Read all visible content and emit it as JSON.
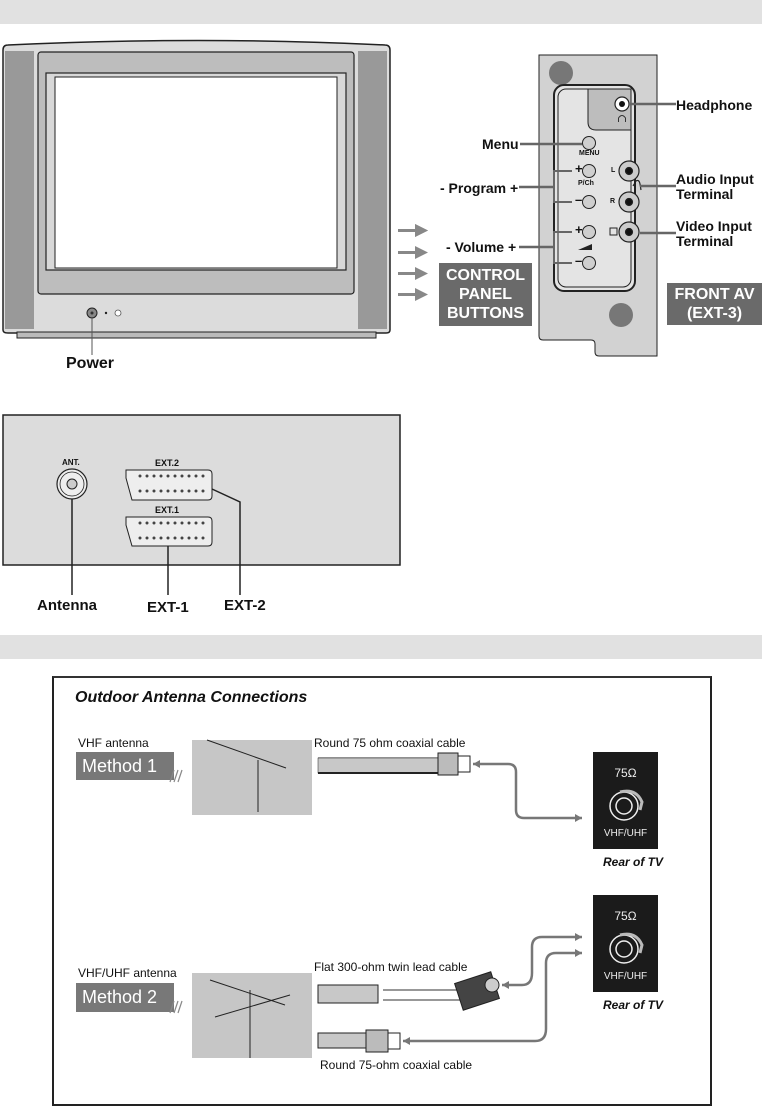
{
  "front_view": {
    "power_label": "Power",
    "control_panel_box": [
      "CONTROL",
      "PANEL",
      "BUTTONS"
    ],
    "front_av_box": [
      "FRONT AV",
      "(EXT-3)"
    ],
    "callouts": {
      "headphone": "Headphone",
      "menu": "Menu",
      "program": "- Program +",
      "volume": "- Volume +",
      "audio_input": [
        "Audio Input",
        "Terminal"
      ],
      "video_input": [
        "Video Input",
        "Terminal"
      ]
    },
    "panel_marks": {
      "menu": "MENU",
      "pch": "P/Ch",
      "left": "L",
      "right": "R",
      "plus": "+",
      "minus": "–"
    }
  },
  "rear_view": {
    "ant_mark": "ANT.",
    "ext2_mark": "EXT.2",
    "ext1_mark": "EXT.1",
    "callouts": {
      "antenna": "Antenna",
      "ext1": "EXT-1",
      "ext2": "EXT-2"
    }
  },
  "antenna_connections": {
    "title": "Outdoor Antenna Connections",
    "method1": {
      "antenna_label": "VHF antenna",
      "method_label": "Method 1",
      "cable_label": "Round 75 ohm coaxial cable",
      "socket_ohm": "75Ω",
      "socket_band": "VHF/UHF",
      "rear_label": "Rear of TV"
    },
    "method2": {
      "antenna_label": "VHF/UHF antenna",
      "method_label": "Method 2",
      "twin_cable_label": "Flat 300-ohm twin lead cable",
      "coax_cable_label": "Round 75-ohm coaxial cable",
      "socket_ohm": "75Ω",
      "socket_band": "VHF/UHF",
      "rear_label": "Rear of TV"
    }
  }
}
